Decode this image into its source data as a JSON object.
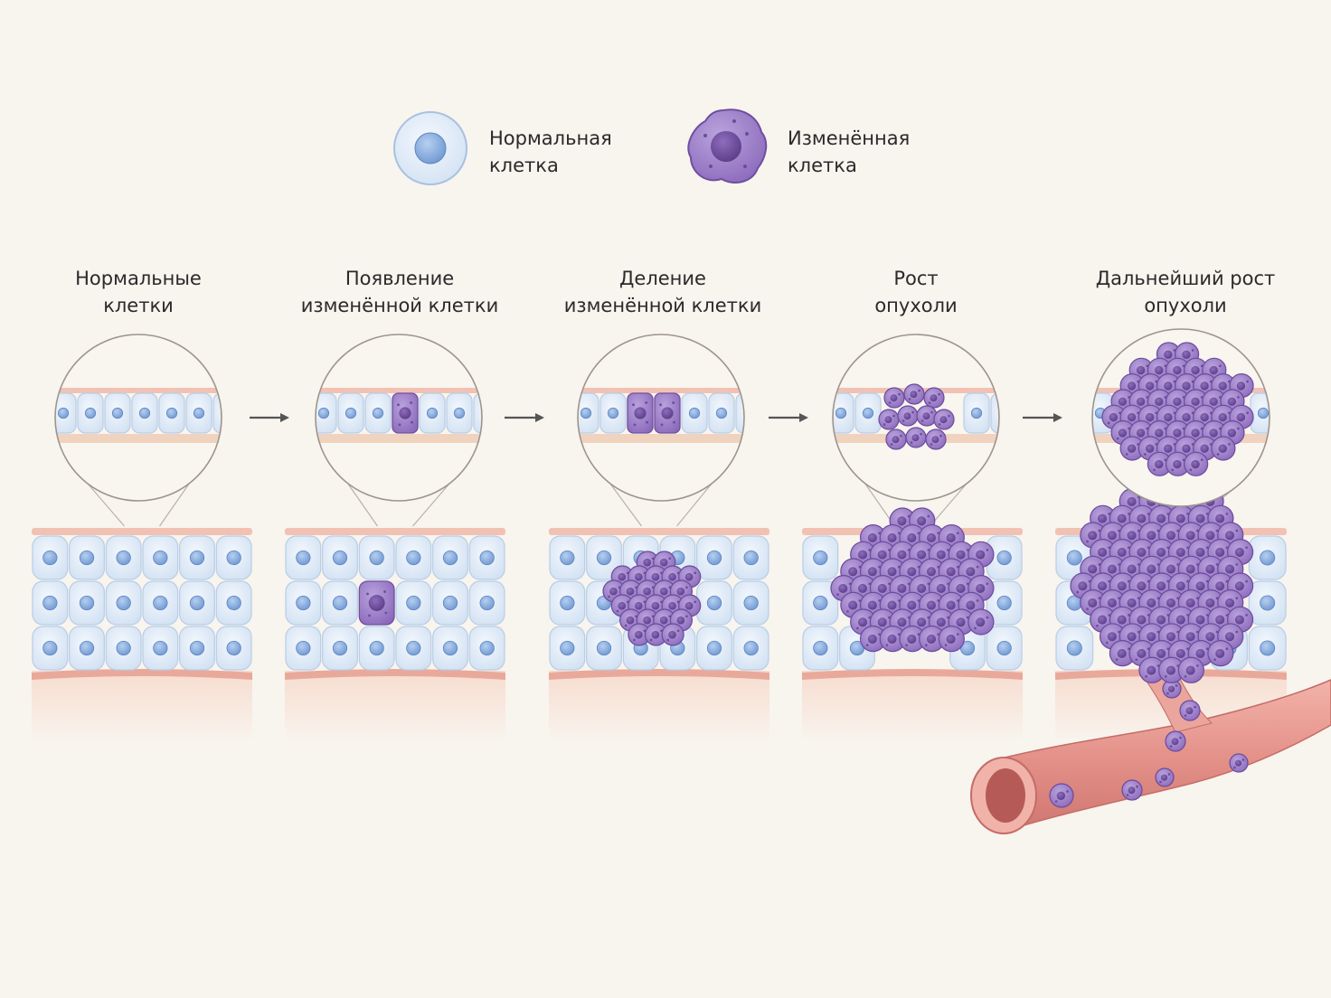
{
  "legend": {
    "normal": {
      "line1": "Нормальная",
      "line2": "клетка"
    },
    "altered": {
      "line1": "Изменённая",
      "line2": "клетка"
    }
  },
  "stages": [
    {
      "line1": "Нормальные",
      "line2": "клетки"
    },
    {
      "line1": "Появление",
      "line2": "изменённой клетки"
    },
    {
      "line1": "Деление",
      "line2": "изменённой клетки"
    },
    {
      "line1": "Рост",
      "line2": "опухоли"
    },
    {
      "line1": "Дальнейший рост",
      "line2": "опухоли"
    }
  ],
  "colors": {
    "background": "#f8f4ee",
    "normal_cell": "#dfeaf6",
    "normal_nucleus": "#8fb2de",
    "altered_cell": "#9a7cc6",
    "altered_nucleus": "#6a4c98",
    "membrane": "#e9a99a",
    "vessel": "#e79a92"
  }
}
